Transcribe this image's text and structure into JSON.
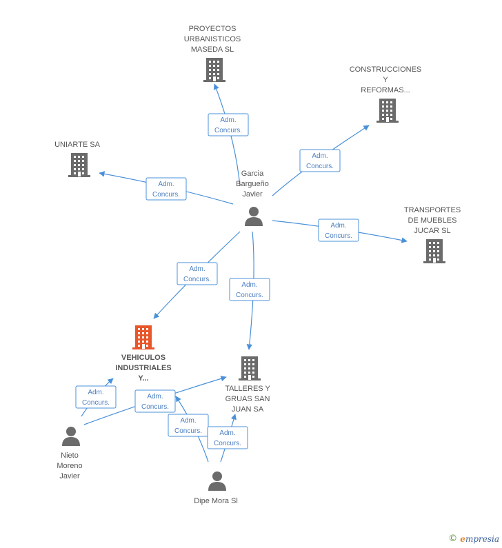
{
  "colors": {
    "edge": "#4a90d9",
    "building": "#6b6b6b",
    "building_main": "#e8562a",
    "person": "#6b6b6b"
  },
  "edge_label": [
    "Adm.",
    "Concurs."
  ],
  "nodes": [
    {
      "id": "proyectos",
      "kind": "company",
      "lines": [
        "PROYECTOS",
        "URBANISTICOS",
        "MASEDA SL"
      ]
    },
    {
      "id": "construcciones",
      "kind": "company",
      "lines": [
        "CONSTRUCCIONES",
        "Y",
        "REFORMAS..."
      ]
    },
    {
      "id": "uniarte",
      "kind": "company",
      "lines": [
        "UNIARTE SA"
      ]
    },
    {
      "id": "transportes",
      "kind": "company",
      "lines": [
        "TRANSPORTES",
        "DE MUEBLES",
        "JUCAR SL"
      ]
    },
    {
      "id": "vehiculos",
      "kind": "company-main",
      "lines": [
        "VEHICULOS",
        "INDUSTRIALES",
        "Y..."
      ]
    },
    {
      "id": "talleres",
      "kind": "company",
      "lines": [
        "TALLERES Y",
        "GRUAS SAN",
        "JUAN SA"
      ]
    },
    {
      "id": "garcia",
      "kind": "person",
      "lines": [
        "Garcia",
        "Bargueño",
        "Javier"
      ]
    },
    {
      "id": "nieto",
      "kind": "person",
      "lines": [
        "Nieto",
        "Moreno",
        "Javier"
      ]
    },
    {
      "id": "dipe",
      "kind": "person",
      "lines": [
        "Dipe Mora Sl"
      ]
    }
  ],
  "edges": [
    {
      "from": "garcia",
      "to": "proyectos",
      "label": "Adm. Concurs."
    },
    {
      "from": "garcia",
      "to": "construcciones",
      "label": "Adm. Concurs."
    },
    {
      "from": "garcia",
      "to": "uniarte",
      "label": "Adm. Concurs."
    },
    {
      "from": "garcia",
      "to": "transportes",
      "label": "Adm. Concurs."
    },
    {
      "from": "garcia",
      "to": "vehiculos",
      "label": "Adm. Concurs."
    },
    {
      "from": "garcia",
      "to": "talleres",
      "label": "Adm. Concurs."
    },
    {
      "from": "nieto",
      "to": "vehiculos",
      "label": "Adm. Concurs."
    },
    {
      "from": "nieto",
      "to": "talleres",
      "label": "Adm. Concurs."
    },
    {
      "from": "dipe",
      "to": "vehiculos",
      "label": "Adm. Concurs."
    },
    {
      "from": "dipe",
      "to": "talleres",
      "label": "Adm. Concurs."
    }
  ],
  "footer": {
    "copyright": "©",
    "brand_first": "e",
    "brand_rest": "mpresia"
  }
}
